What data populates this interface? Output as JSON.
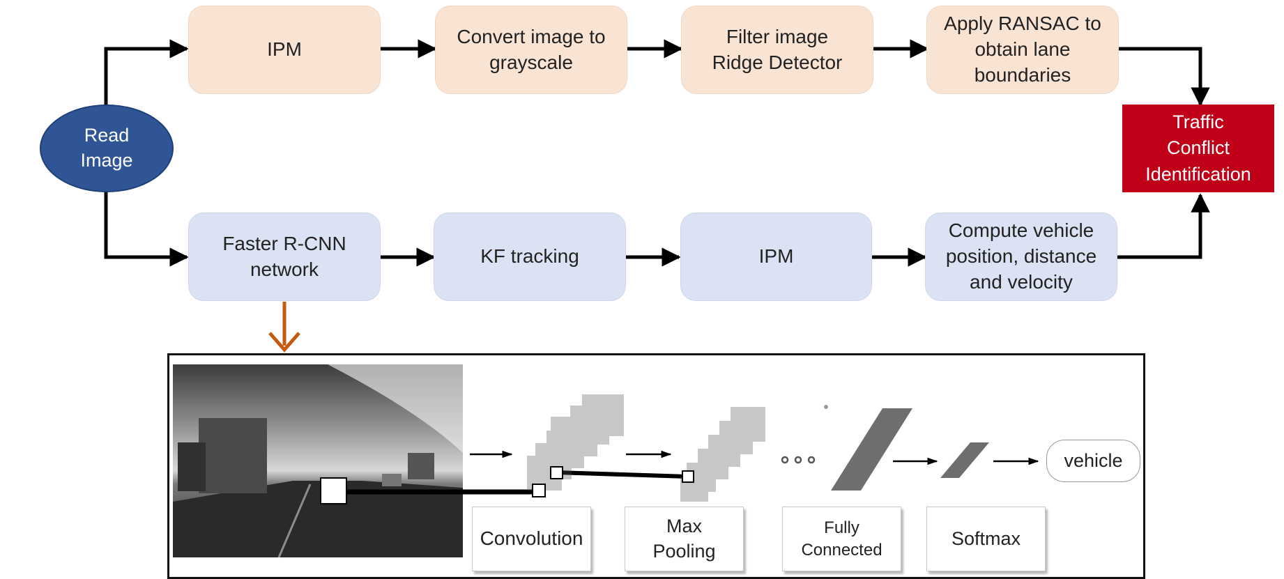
{
  "read_image": "Read\nImage",
  "top_row": [
    "IPM",
    "Convert image to\ngrayscale",
    "Filter image\nRidge Detector",
    "Apply RANSAC to\nobtain lane\nboundaries"
  ],
  "bottom_row": [
    "Faster R-CNN\nnetwork",
    "KF tracking",
    "IPM",
    "Compute vehicle\nposition, distance\nand velocity"
  ],
  "output": "Traffic\nConflict\nIdentification",
  "cnn_labels": {
    "convolution": "Convolution",
    "max_pooling": "Max\nPooling",
    "fully_connected": "Fully\nConnected",
    "softmax": "Softmax"
  },
  "result": "vehicle",
  "colors": {
    "top_fill": "#f9e3d3",
    "bottom_fill": "#dbe2f3",
    "read_fill": "#2f5597",
    "output_fill": "#c00018",
    "callout_arrow": "#c55a11"
  }
}
